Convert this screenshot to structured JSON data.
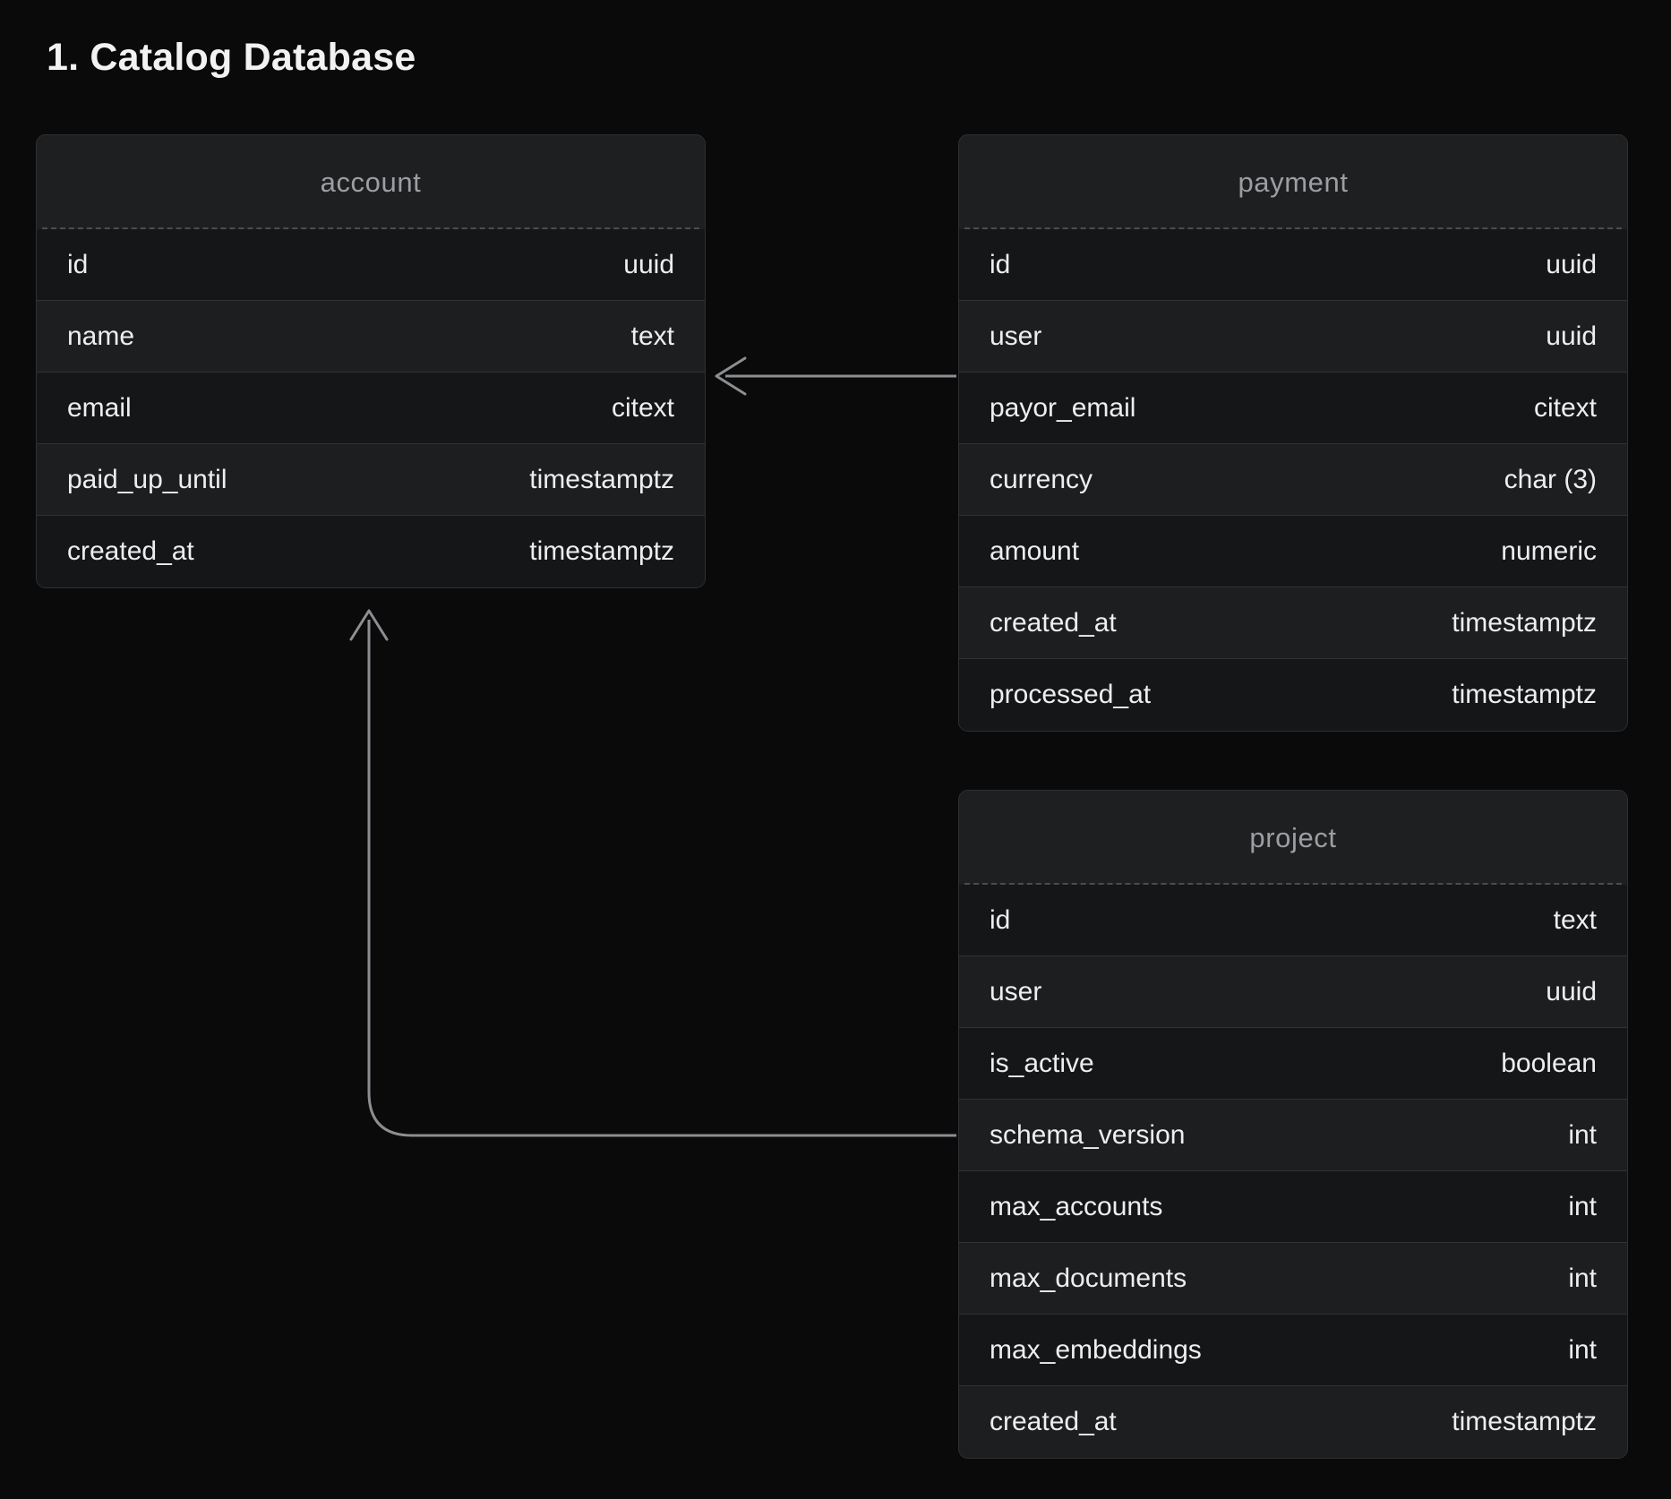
{
  "page": {
    "title": "1. Catalog Database",
    "background_color": "#0a0a0a",
    "card_color": "#1b1c1e",
    "border_color": "#2e3033",
    "text_color": "#eceef0",
    "muted_text_color": "#9c9ea1",
    "connector_color": "#8c8e92"
  },
  "entities": [
    {
      "name": "account",
      "fields": [
        {
          "name": "id",
          "type": "uuid"
        },
        {
          "name": "name",
          "type": "text"
        },
        {
          "name": "email",
          "type": "citext"
        },
        {
          "name": "paid_up_until",
          "type": "timestamptz"
        },
        {
          "name": "created_at",
          "type": "timestamptz"
        }
      ]
    },
    {
      "name": "payment",
      "fields": [
        {
          "name": "id",
          "type": "uuid"
        },
        {
          "name": "user",
          "type": "uuid"
        },
        {
          "name": "payor_email",
          "type": "citext"
        },
        {
          "name": "currency",
          "type": "char (3)"
        },
        {
          "name": "amount",
          "type": "numeric"
        },
        {
          "name": "created_at",
          "type": "timestamptz"
        },
        {
          "name": "processed_at",
          "type": "timestamptz"
        }
      ]
    },
    {
      "name": "project",
      "fields": [
        {
          "name": "id",
          "type": "text"
        },
        {
          "name": "user",
          "type": "uuid"
        },
        {
          "name": "is_active",
          "type": "boolean"
        },
        {
          "name": "schema_version",
          "type": "int"
        },
        {
          "name": "max_accounts",
          "type": "int"
        },
        {
          "name": "max_documents",
          "type": "int"
        },
        {
          "name": "max_embeddings",
          "type": "int"
        },
        {
          "name": "created_at",
          "type": "timestamptz"
        }
      ]
    }
  ],
  "relationships": [
    {
      "from": "payment.user",
      "to": "account",
      "style": "straight-left-arrow"
    },
    {
      "from": "project.user",
      "to": "account",
      "style": "elbow-up-arrow"
    }
  ]
}
